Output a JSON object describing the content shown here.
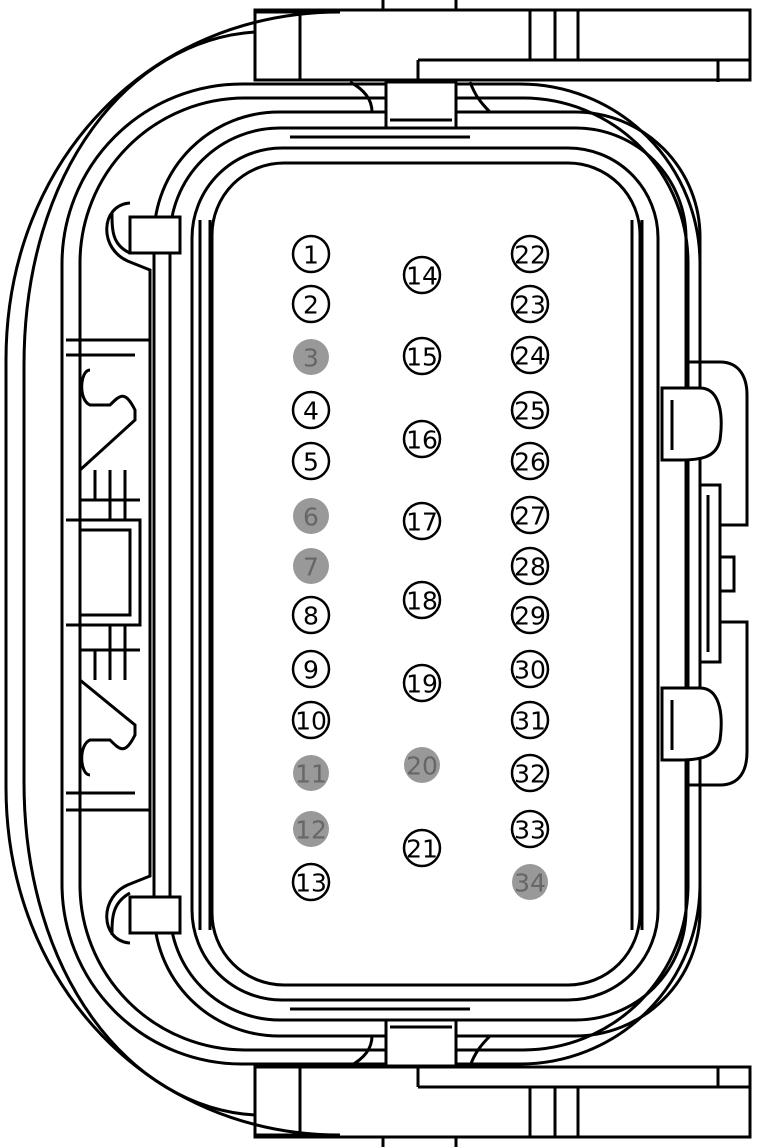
{
  "connector": {
    "pins": [
      {
        "label": "1",
        "unused": false
      },
      {
        "label": "2",
        "unused": false
      },
      {
        "label": "3",
        "unused": true
      },
      {
        "label": "4",
        "unused": false
      },
      {
        "label": "5",
        "unused": false
      },
      {
        "label": "6",
        "unused": true
      },
      {
        "label": "7",
        "unused": true
      },
      {
        "label": "8",
        "unused": false
      },
      {
        "label": "9",
        "unused": false
      },
      {
        "label": "10",
        "unused": false
      },
      {
        "label": "11",
        "unused": true
      },
      {
        "label": "12",
        "unused": true
      },
      {
        "label": "13",
        "unused": false
      },
      {
        "label": "14",
        "unused": false
      },
      {
        "label": "15",
        "unused": false
      },
      {
        "label": "16",
        "unused": false
      },
      {
        "label": "17",
        "unused": false
      },
      {
        "label": "18",
        "unused": false
      },
      {
        "label": "19",
        "unused": false
      },
      {
        "label": "20",
        "unused": true
      },
      {
        "label": "21",
        "unused": false
      },
      {
        "label": "22",
        "unused": false
      },
      {
        "label": "23",
        "unused": false
      },
      {
        "label": "24",
        "unused": false
      },
      {
        "label": "25",
        "unused": false
      },
      {
        "label": "26",
        "unused": false
      },
      {
        "label": "27",
        "unused": false
      },
      {
        "label": "28",
        "unused": false
      },
      {
        "label": "29",
        "unused": false
      },
      {
        "label": "30",
        "unused": false
      },
      {
        "label": "31",
        "unused": false
      },
      {
        "label": "32",
        "unused": false
      },
      {
        "label": "33",
        "unused": false
      },
      {
        "label": "34",
        "unused": true
      }
    ],
    "colors": {
      "line": "#000000",
      "background": "#ffffff",
      "unused_pin_fill": "#999999",
      "unused_pin_text": "#666666",
      "used_pin_text": "#000000"
    }
  }
}
